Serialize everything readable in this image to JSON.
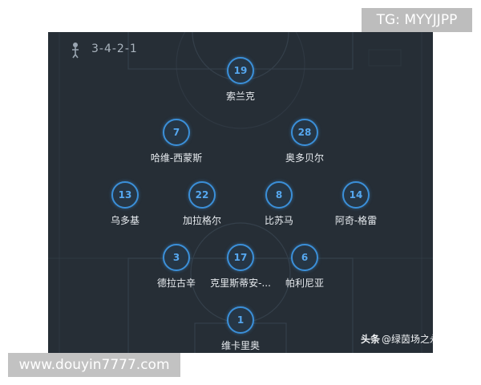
{
  "watermark_top": "TG: MYYJJPP",
  "watermark_bottom": "www.douyin7777.com",
  "formation": "3-4-2-1",
  "credit": {
    "brand": "头条",
    "handle": "@绿茵场之永不独行"
  },
  "colors": {
    "pitch": "#262e36",
    "badge_border": "#3b8fd8",
    "badge_text": "#56a8f0",
    "name_text": "#e8ecf0"
  },
  "players": {
    "st": {
      "number": "19",
      "name": "索兰克"
    },
    "lam": {
      "number": "7",
      "name": "哈维-西蒙斯"
    },
    "ram": {
      "number": "28",
      "name": "奥多贝尔"
    },
    "lm": {
      "number": "13",
      "name": "乌多基"
    },
    "lcm": {
      "number": "22",
      "name": "加拉格尔"
    },
    "rcm": {
      "number": "8",
      "name": "比苏马"
    },
    "rm": {
      "number": "14",
      "name": "阿奇-格雷"
    },
    "lcb": {
      "number": "3",
      "name": "德拉古辛"
    },
    "cb": {
      "number": "17",
      "name": "克里斯蒂安-..."
    },
    "rcb": {
      "number": "6",
      "name": "帕利尼亚"
    },
    "gk": {
      "number": "1",
      "name": "维卡里奥"
    }
  }
}
